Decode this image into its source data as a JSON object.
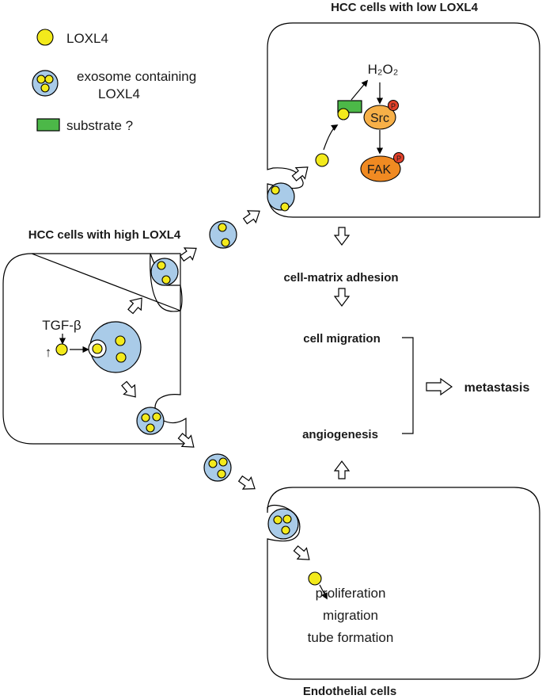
{
  "colors": {
    "loxl4": "#f3ea1c",
    "exosome": "#a9cbe8",
    "substrate": "#4cb848",
    "src": "#f7b048",
    "fak": "#f08a22",
    "phospho": "#e2412b"
  },
  "legend": {
    "loxl4_label": "LOXL4",
    "exosome_line1": "exosome containing",
    "exosome_line2": "LOXL4",
    "substrate_label": "substrate ?"
  },
  "top_cell": {
    "title": "HCC cells with low LOXL4",
    "h2o2": "H₂O₂",
    "src": "Src",
    "fak": "FAK",
    "phospho": "P"
  },
  "left_cell": {
    "title": "HCC cells with high LOXL4",
    "tgf": "TGF-β",
    "up_arrow": "↑"
  },
  "bottom_cell": {
    "title": "Endothelial cells",
    "effects": [
      "proliferation",
      "migration",
      "tube formation"
    ]
  },
  "center": {
    "adhesion": "cell-matrix adhesion",
    "migration": "cell migration",
    "angiogenesis": "angiogenesis",
    "metastasis": "metastasis"
  }
}
